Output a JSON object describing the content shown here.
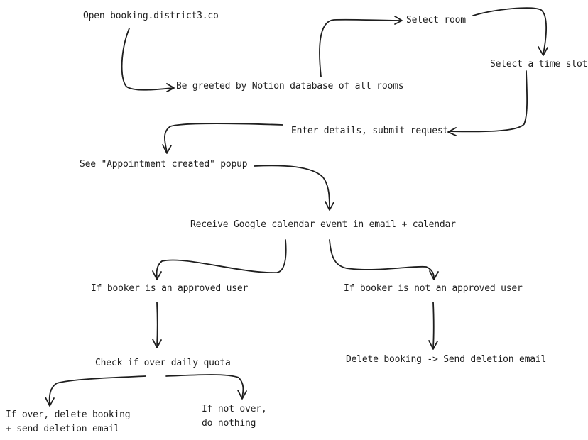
{
  "nodes": {
    "open": "Open booking.district3.co",
    "greeted": "Be greeted by Notion database of all rooms",
    "select_room": "Select room",
    "select_slot": "Select a time slot",
    "enter_details": "Enter details, submit request",
    "popup": "See \"Appointment created\" popup",
    "receive": "Receive Google calendar event in email + calendar",
    "approved": "If booker is an approved user",
    "not_approved": "If booker is not an approved user",
    "check_quota": "Check if over daily quota",
    "delete_send": "Delete booking -> Send deletion email",
    "if_over": "If over, delete booking\n+ send deletion email",
    "if_not_over": "If not over,\ndo nothing"
  },
  "colors": {
    "ink": "#1e1e1e",
    "background": "#ffffff"
  }
}
